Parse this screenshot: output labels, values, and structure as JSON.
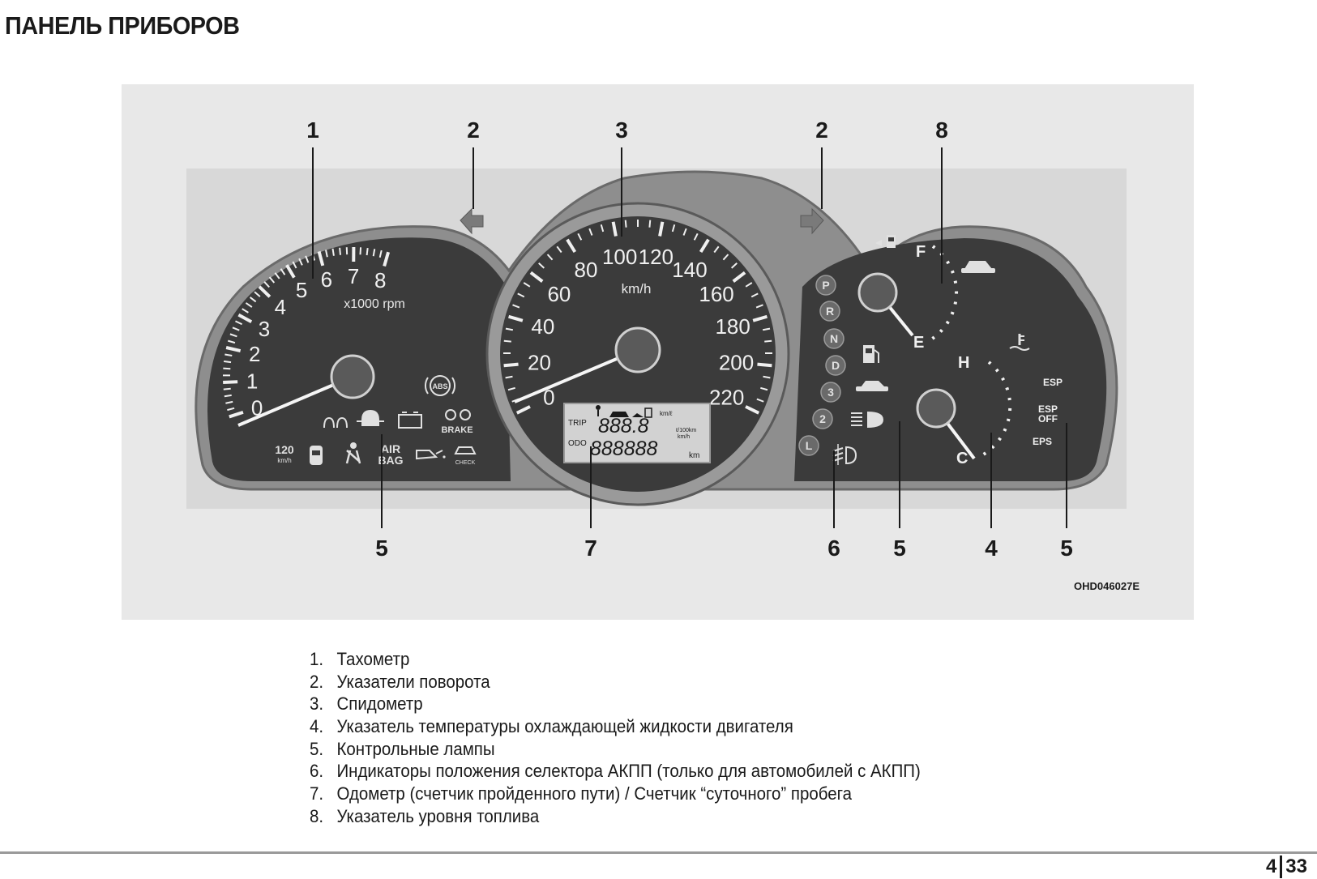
{
  "page_title": "ПАНЕЛЬ ПРИБОРОВ",
  "figure": {
    "code": "OHD046027E",
    "callouts_top": [
      "1",
      "2",
      "3",
      "2",
      "8"
    ],
    "callouts_bottom": [
      "5",
      "7",
      "6",
      "5",
      "4",
      "5"
    ],
    "tachometer": {
      "ticks": [
        "0",
        "1",
        "2",
        "3",
        "4",
        "5",
        "6",
        "7",
        "8"
      ],
      "unit": "x1000 rpm"
    },
    "speedometer": {
      "ticks": [
        "0",
        "20",
        "40",
        "60",
        "80",
        "100",
        "120",
        "140",
        "160",
        "180",
        "200",
        "220"
      ],
      "unit": "km/h"
    },
    "lcd": {
      "trip_label": "TRIP",
      "odo_label": "ODO",
      "trip_value": "888.8",
      "odo_value": "888888",
      "odo_unit": "km",
      "consumption_unit": "km/ℓ",
      "per100_unit": "ℓ/100km",
      "kmh_unit": "km/h"
    },
    "gear_positions": [
      "P",
      "R",
      "N",
      "D",
      "3",
      "2",
      "L"
    ],
    "fuel_gauge": {
      "full": "F",
      "empty": "E"
    },
    "temp_gauge": {
      "hot": "H",
      "cold": "C"
    },
    "warning_labels": {
      "abs": "ABS",
      "brake": "BRAKE",
      "speed_value": "120",
      "speed_unit": "km/h",
      "airbag_1": "AIR",
      "airbag_2": "BAG",
      "check": "CHECK",
      "esp": "ESP",
      "esp_off_1": "ESP",
      "esp_off_2": "OFF",
      "eps": "EPS"
    }
  },
  "legend": [
    {
      "num": "1.",
      "text": "Тахометр"
    },
    {
      "num": "2.",
      "text": "Указатели поворота"
    },
    {
      "num": "3.",
      "text": "Спидометр"
    },
    {
      "num": "4.",
      "text": "Указатель температуры охлаждающей  жидкости двигателя"
    },
    {
      "num": "5.",
      "text": "Контрольные лампы"
    },
    {
      "num": "6.",
      "text": "Индикаторы положения селектора АКПП (только для автомобилей  с АКПП)"
    },
    {
      "num": "7.",
      "text": "Одометр (счетчик пройденного пути) / Счетчик “суточного” пробега"
    },
    {
      "num": "8.",
      "text": "Указатель уровня топлива"
    }
  ],
  "page_number": {
    "chapter": "4",
    "page": "33"
  },
  "colors": {
    "cluster_face": "#3b3b3b",
    "cluster_bezel": "#8e8e8e",
    "figure_bg": "#e8e8e8",
    "lcd_bg": "#d2d2d2"
  },
  "icons": [
    "left-turn-arrow-icon",
    "right-turn-arrow-icon",
    "fuel-pump-icon",
    "car-icon",
    "coolant-temperature-icon",
    "abs-icon",
    "brake-icon",
    "glow-plug-icon",
    "immobilizer-key-icon",
    "battery-icon",
    "speed-120-icon",
    "door-open-icon",
    "seatbelt-icon",
    "airbag-icon",
    "oil-can-icon",
    "check-engine-icon",
    "headlight-icon",
    "fog-light-icon"
  ]
}
